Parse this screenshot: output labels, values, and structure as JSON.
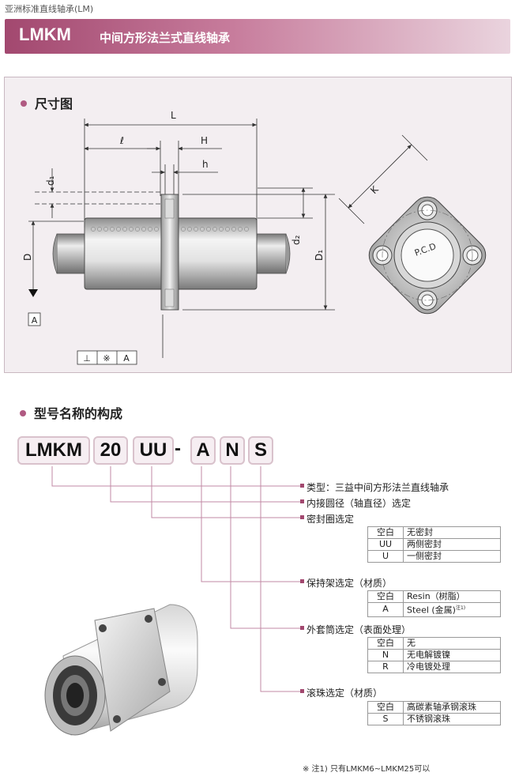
{
  "breadcrumb": "亚洲标准直线轴承(LM)",
  "header": {
    "model": "LMKM",
    "description": "中间方形法兰式直线轴承"
  },
  "dimension_section": {
    "title": "尺寸图",
    "labels": {
      "L": "L",
      "l": "ℓ",
      "H": "H",
      "h": "h",
      "d1": "d₁",
      "d2": "d₂",
      "D": "D",
      "D1": "D₁",
      "K": "K",
      "A": "A",
      "pcd": "P.C.D",
      "perp": "⊥",
      "sym": "※"
    }
  },
  "model_section": {
    "title": "型号名称的构成",
    "code_parts": [
      "LMKM",
      "20",
      "UU",
      "-",
      "A",
      "N",
      "S"
    ],
    "items": [
      {
        "label": "类型：三益中间方形法兰直线轴承",
        "options": []
      },
      {
        "label": "内接圆径（轴直径）选定",
        "options": []
      },
      {
        "label": "密封圈选定",
        "options": [
          {
            "key": "空白",
            "value": "无密封"
          },
          {
            "key": "UU",
            "value": "两侧密封"
          },
          {
            "key": "U",
            "value": "一侧密封"
          }
        ]
      },
      {
        "label": "保持架选定（材质）",
        "options": [
          {
            "key": "空白",
            "value": "Resin（树脂）"
          },
          {
            "key": "A",
            "value": "Steel (金属)",
            "note": "注1)"
          }
        ]
      },
      {
        "label": "外套筒选定（表面处理）",
        "options": [
          {
            "key": "空白",
            "value": "无"
          },
          {
            "key": "N",
            "value": "无电解镀镍"
          },
          {
            "key": "R",
            "value": "冷电镀处理"
          }
        ]
      },
      {
        "label": "滚珠选定（材质）",
        "options": [
          {
            "key": "空白",
            "value": "高碳素轴承钢滚珠"
          },
          {
            "key": "S",
            "value": "不锈钢滚珠"
          }
        ]
      }
    ]
  },
  "footnote": "※ 注1) 只有LMKM6~LMKM25可以",
  "colors": {
    "accent": "#a2486f",
    "bullet": "#b05a82",
    "panel": "#f3eef1",
    "leader": "#c28aa4"
  }
}
